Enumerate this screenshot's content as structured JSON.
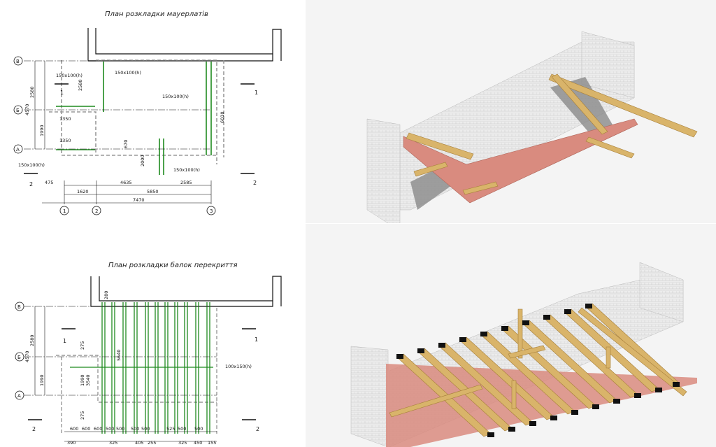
{
  "top_plan": {
    "title": "План розкладки мауерлатів",
    "axes_letters": [
      "В",
      "Б",
      "А"
    ],
    "axes_numbers": [
      "1",
      "2",
      "3"
    ],
    "section_marks": [
      "1",
      "1",
      "2",
      "2"
    ],
    "beam_labels": [
      "150x100(h)",
      "150x100(h)",
      "150x100(h)",
      "150x100(h)",
      "150x100(h)"
    ],
    "dims_left": [
      "2580",
      "4570",
      "1990"
    ],
    "dims_inner": [
      "2580",
      "1350",
      "1350",
      "2000",
      "670"
    ],
    "dims_right": [
      "6010"
    ],
    "dims_bottom_row1": [
      "475",
      "4635",
      "2585"
    ],
    "dims_bottom_row2": [
      "1620",
      "5850"
    ],
    "dims_bottom_total": "7470"
  },
  "bottom_plan": {
    "title": "План розкладки балок перекриття",
    "axes_letters": [
      "В",
      "Б",
      "А"
    ],
    "section_marks": [
      "1",
      "1",
      "2",
      "2"
    ],
    "beam_label": "100x150(h)",
    "dims_left": [
      "2580",
      "4570",
      "1990"
    ],
    "dims_inner": [
      "280",
      "275",
      "5640",
      "1990",
      "3540",
      "275"
    ],
    "dims_bottom_row1": [
      "600",
      "600",
      "600",
      "500",
      "500",
      "500",
      "500",
      "525",
      "500",
      "500"
    ],
    "dims_bottom_row2": [
      "390",
      "325",
      "405",
      "255",
      "325",
      "450",
      "155"
    ]
  },
  "colors": {
    "line": "#111111",
    "beam_green": "#1f8a1f",
    "wall_dashed": "#999999",
    "brick": "#e6e6e6",
    "timber": "#d9b46a",
    "timber_dark": "#a67f3a",
    "mauerlat_red": "#d98b7f",
    "cap_black": "#111111",
    "shadow": "#8a8a8a"
  }
}
